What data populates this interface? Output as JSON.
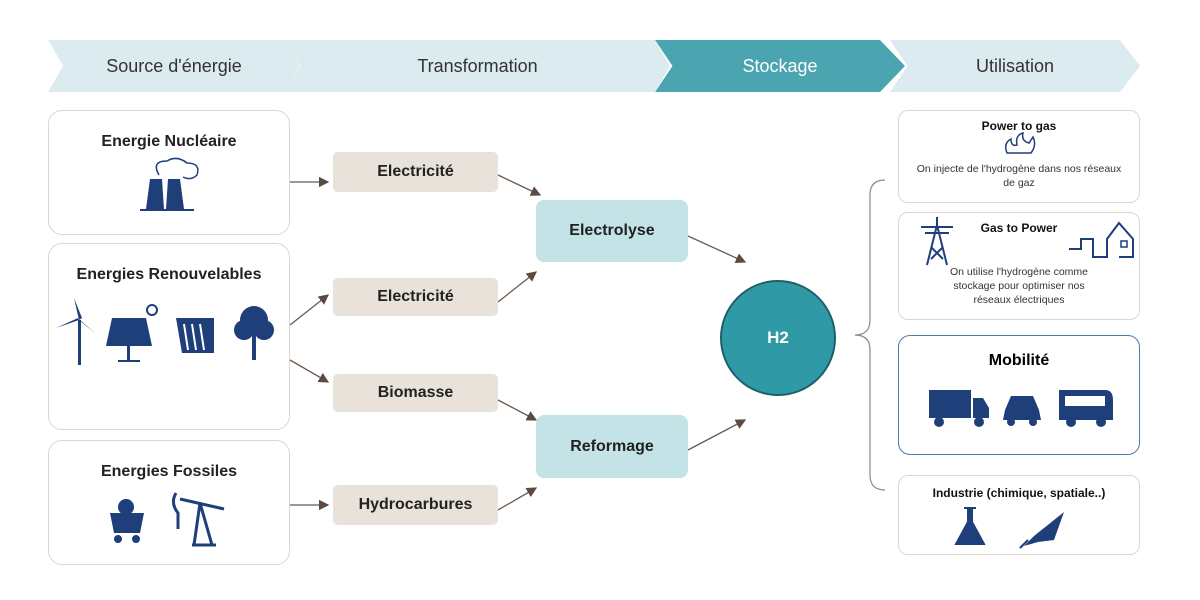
{
  "stages": [
    "Source d'énergie",
    "Transformation",
    "Stockage",
    "Utilisation"
  ],
  "sources": {
    "nuclear": "Energie Nucléaire",
    "renewable": "Energies Renouvelables",
    "fossil": "Energies Fossiles"
  },
  "transformation": {
    "electricity_1": "Electricité",
    "electricity_2": "Electricité",
    "biomass": "Biomasse",
    "hydrocarbons": "Hydrocarbures",
    "electrolysis": "Electrolyse",
    "reforming": "Reformage"
  },
  "storage": {
    "h2": "H2"
  },
  "uses": {
    "power_to_gas": {
      "title": "Power to gas",
      "text": "On injecte de l'hydrogène dans nos réseaux de gaz"
    },
    "gas_to_power": {
      "title": "Gas to Power",
      "text": "On utilise l'hydrogène comme stockage pour optimiser nos réseaux électriques"
    },
    "mobility": {
      "title": "Mobilité"
    },
    "industry": {
      "title": "Industrie (chimique, spatiale..)"
    }
  },
  "colors": {
    "header": "#dcebef",
    "active_stage": "#4aa5b0",
    "icon": "#1f3f7a",
    "h2": "#2f9aa5"
  }
}
